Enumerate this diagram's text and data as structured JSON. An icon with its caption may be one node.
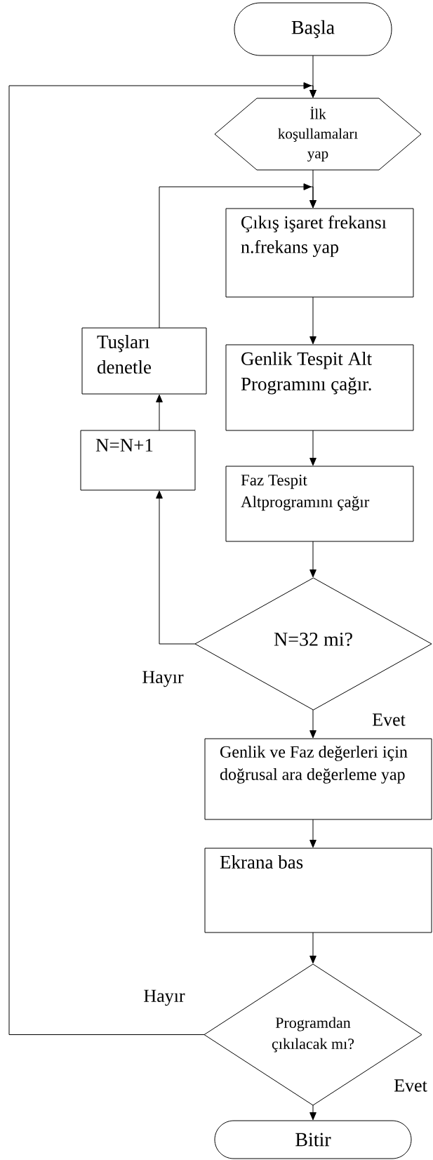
{
  "diagram": {
    "nodes": [
      {
        "text": [
          "Başla"
        ]
      },
      {
        "text": [
          "İlk koşullamaları yap"
        ]
      },
      {
        "text": [
          "Çıkış işaret frekansı n.frekans yap"
        ]
      },
      {
        "text": [
          "Tuşları denetle"
        ]
      },
      {
        "text": [
          "Genlik Tespit Alt Programını çağır."
        ]
      },
      {
        "text": [
          "N=N+1"
        ]
      },
      {
        "text": [
          "Faz Tespit Altprogramını çağır"
        ]
      },
      {
        "text": [
          "N=32 mi?"
        ]
      },
      {
        "text": [
          "Genlik ve Faz değerleri için doğrusal ara değerleme yap"
        ]
      },
      {
        "text": [
          "Ekrana bas"
        ]
      },
      {
        "text": [
          "Programdan çıkılacak mı?"
        ]
      },
      {
        "text": [
          "Bitir"
        ]
      }
    ],
    "edges": [
      {
        "from": 0,
        "to": 1,
        "arrow": "to"
      },
      {
        "from": 1,
        "to": 2,
        "arrow": "to"
      },
      {
        "from": 2,
        "to": 4,
        "arrow": "to"
      },
      {
        "from": 4,
        "to": 6,
        "arrow": "to"
      },
      {
        "from": 6,
        "to": 7,
        "arrow": "to"
      },
      {
        "from": 7,
        "to": 5,
        "arrow": "to",
        "label": "Hayır"
      },
      {
        "from": 5,
        "to": 3,
        "arrow": "to"
      },
      {
        "from": 3,
        "to": 2,
        "arrow": "to"
      },
      {
        "from": 7,
        "to": 8,
        "arrow": "to",
        "label": "Evet"
      },
      {
        "from": 8,
        "to": 9,
        "arrow": "to"
      },
      {
        "from": 9,
        "to": 10,
        "arrow": "to"
      },
      {
        "from": 10,
        "to": 1,
        "arrow": "to",
        "label": "Hayır"
      },
      {
        "from": 10,
        "to": 11,
        "arrow": "to",
        "label": "Evet"
      }
    ]
  }
}
